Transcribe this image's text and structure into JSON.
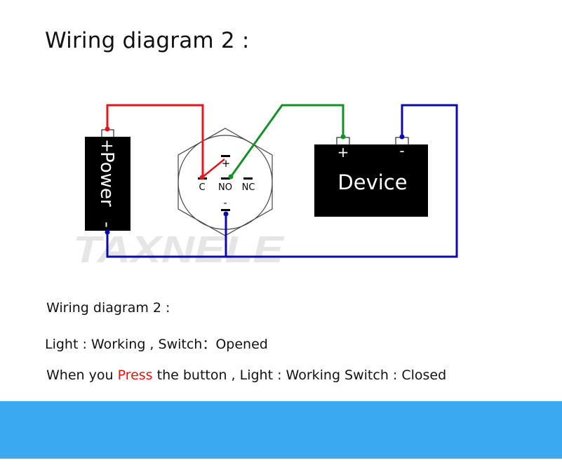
{
  "title": "Wiring diagram 2 :",
  "watermark": "TAXNELE",
  "power": {
    "label": "Power",
    "plus": "+",
    "minus": "-"
  },
  "switch": {
    "terminal_c": "C",
    "terminal_no": "NO",
    "terminal_nc": "NC",
    "plus": "+",
    "minus": "-"
  },
  "device": {
    "label": "Device",
    "plus": "+",
    "minus": "-"
  },
  "description": {
    "line1": "Wiring diagram 2 :",
    "line2": "Light : Working , Switch：Opened",
    "line3_pre": "When you ",
    "line3_highlight": "Press",
    "line3_post": " the button , Light : Working Switch : Closed"
  },
  "colors": {
    "wire_red": "#e5141d",
    "wire_green": "#149126",
    "wire_blue": "#0a0aaa",
    "highlight": "#e01515",
    "footer_band": "#3aa9f2",
    "box_fill": "#000000"
  }
}
